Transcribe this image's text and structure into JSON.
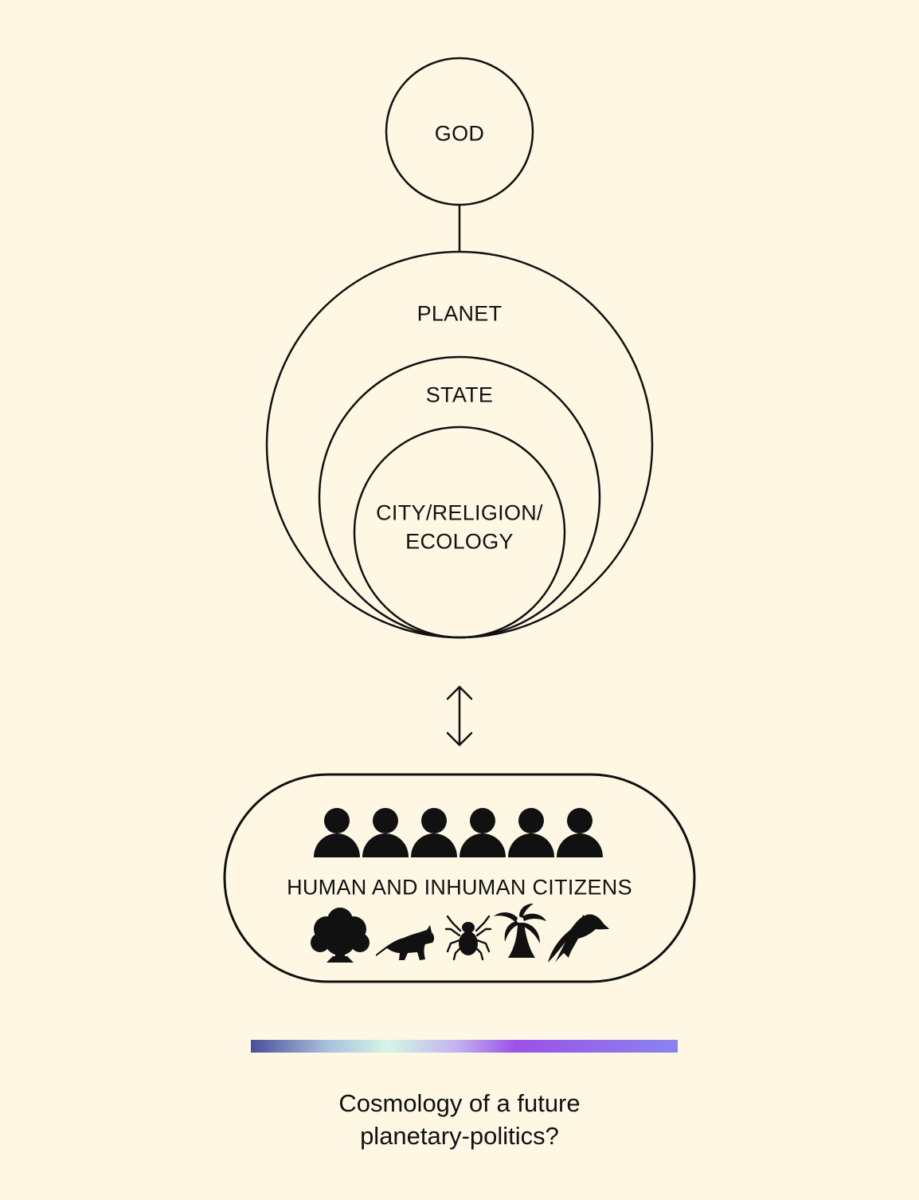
{
  "diagram": {
    "god_label": "GOD",
    "planet_label": "PLANET",
    "state_label": "STATE",
    "city_label_line1": "CITY/RELIGION/",
    "city_label_line2": "ECOLOGY",
    "citizens_label": "HUMAN AND INHUMAN CITIZENS",
    "person_icon_count": 6,
    "nonhuman_icons": [
      "tree-icon",
      "raccoon-icon",
      "spider-icon",
      "palm-tree-icon",
      "dolphin-icon"
    ],
    "arrow": "bidirectional-vertical-arrow",
    "gradient_colors": [
      "#4a4e9c",
      "#a9c0dc",
      "#d4f6e6",
      "#c3b4ef",
      "#9b51e8",
      "#8a84ee"
    ]
  },
  "caption": {
    "line1": "Cosmology of a future",
    "line2": "planetary-politics?"
  }
}
